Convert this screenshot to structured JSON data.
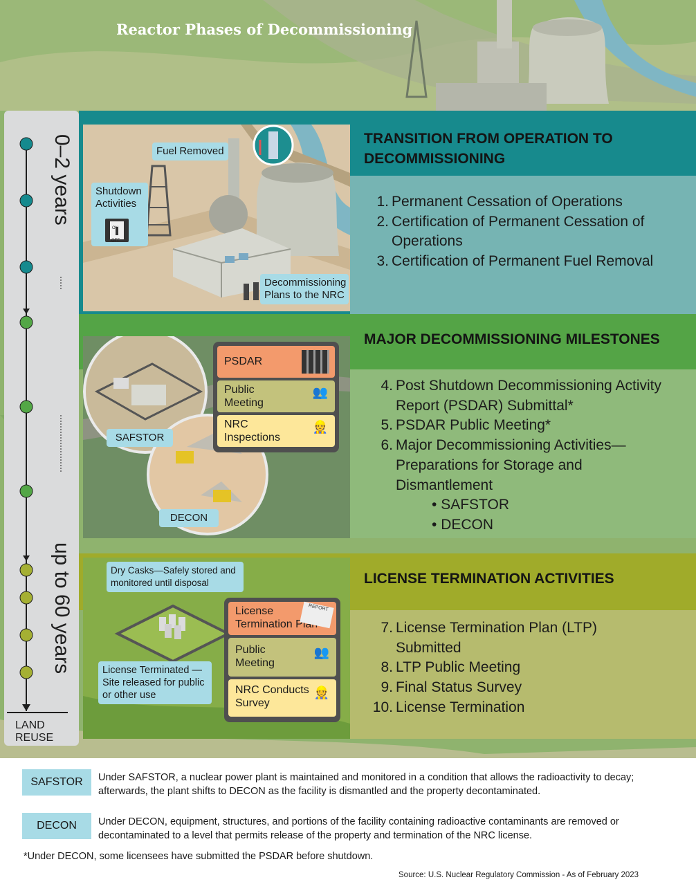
{
  "title": "Reactor Phases of Decommissioning",
  "timeline": {
    "label_top": "0–2 years",
    "label_bottom": "up to 60 years",
    "end_label": "LAND REUSE"
  },
  "sections": [
    {
      "header": "TRANSITION FROM OPERATION TO DECOMMISSIONING",
      "items": [
        {
          "num": "1.",
          "text": "Permanent Cessation of Operations"
        },
        {
          "num": "2.",
          "text": "Certification of Permanent Cessation of Operations"
        },
        {
          "num": "3.",
          "text": "Certification of Permanent Fuel Removal"
        }
      ],
      "labels": {
        "fuel_removed": "Fuel Removed",
        "shutdown": "Shutdown Activities",
        "switch_on": "ON",
        "switch_off": "OFF",
        "plans": "Decommissioning Plans to the NRC"
      }
    },
    {
      "header": "MAJOR DECOMMISSIONING MILESTONES",
      "items": [
        {
          "num": "4.",
          "text": "Post Shutdown Decommissioning Activity Report (PSDAR) Submittal*"
        },
        {
          "num": "5.",
          "text": "PSDAR Public Meeting*"
        },
        {
          "num": "6.",
          "text": "Major Decommissioning Activities— Preparations for Storage and Dismantlement"
        }
      ],
      "bullets": [
        "SAFSTOR",
        "DECON"
      ],
      "labels": {
        "psdar": "PSDAR",
        "public_meeting": "Public Meeting",
        "nrc_inspections": "NRC Inspections",
        "safstor": "SAFSTOR",
        "decon": "DECON"
      }
    },
    {
      "header": "LICENSE TERMINATION ACTIVITIES",
      "items": [
        {
          "num": "7.",
          "text": "License Termination Plan (LTP) Submitted"
        },
        {
          "num": "8.",
          "text": "LTP Public Meeting"
        },
        {
          "num": "9.",
          "text": "Final Status Survey"
        },
        {
          "num": "10.",
          "text": "License Termination"
        }
      ],
      "labels": {
        "dry_casks": "Dry Casks—Safely stored and monitored until disposal",
        "ltp": "License Termination Plan",
        "report": "REPORT",
        "public_meeting": "Public Meeting",
        "nrc_survey": "NRC Conducts Survey",
        "license_terminated": "License Terminated — Site released for public or other use"
      }
    }
  ],
  "legend": [
    {
      "term": "SAFSTOR",
      "text": "Under SAFSTOR, a nuclear power plant is maintained and monitored in a condition that allows the radioactivity to decay; afterwards, the plant shifts to DECON as the facility is dismantled and the property decontaminated."
    },
    {
      "term": "DECON",
      "text": "Under DECON, equipment, structures, and portions of the facility containing radioactive contaminants are removed or decontaminated to a level that permits release of the property and termination of the NRC license."
    }
  ],
  "footnote": "*Under DECON, some licensees have submitted the PSDAR before shutdown.",
  "source": "Source: U.S. Nuclear Regulatory Commission - As of February 2023",
  "colors": {
    "teal_header": "#178a8d",
    "teal_body": "#76b4b3",
    "green_header": "#54a446",
    "green_body": "#8fba7b",
    "olive_header": "#a0ab2a",
    "olive_body": "#b6bb6e",
    "label_blue": "#a8dbe6",
    "card_orange": "#f39a6c",
    "card_olive": "#c3c27c",
    "card_yellow": "#fde79a"
  }
}
